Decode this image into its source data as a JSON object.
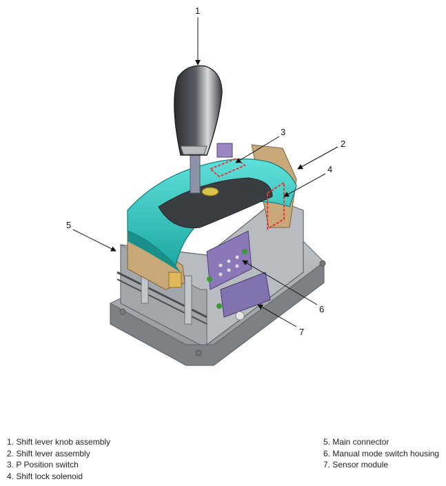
{
  "callouts": [
    "1",
    "2",
    "3",
    "4",
    "5",
    "6",
    "7"
  ],
  "legend": {
    "left": [
      "1. Shift lever knob assembly",
      "2. Shift lever assembly",
      "3. P Position switch",
      "4. Shift lock solenoid"
    ],
    "right": [
      "5. Main connector",
      "6. Manual mode switch housing",
      "7. Sensor module"
    ]
  },
  "colors": {
    "housing_teal": "#2fc4bf",
    "base_gray": "#a9adb2",
    "knob_dark": "#3b3d42",
    "tan_bracket": "#c8a878",
    "purple_part": "#8a78b8",
    "highlight_red": "#e23a3a"
  }
}
